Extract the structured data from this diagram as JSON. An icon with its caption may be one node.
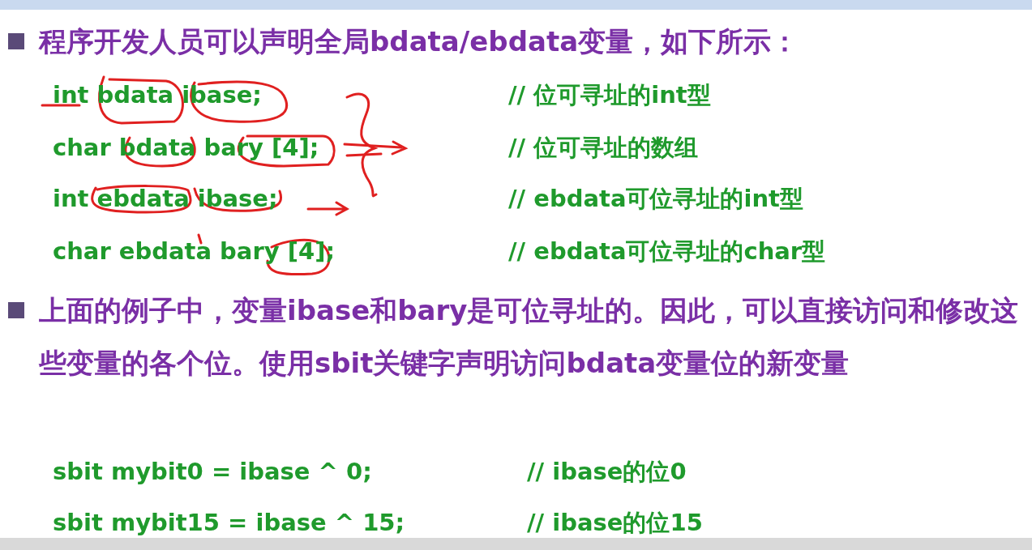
{
  "diagram": {
    "labels": [
      "程序开发人员可以声明全局bdata/ebdata变量，如下所示：",
      "int bdata ibase;",
      "// 位可寻址的int型",
      "char bdata bary [4];",
      "// 位可寻址的数组",
      "int ebdata ibase;",
      "// ebdata可位寻址的int型",
      "char ebdata bary [4];",
      "// ebdata可位寻址的char型",
      "上面的例子中，变量ibase和bary是可位寻址的。因此，可以直接访问和修改这些变量的各个位。使用sbit关键字声明访问bdata变量位的新变量",
      "sbit mybit0 = ibase ^ 0;",
      "// ibase的位0",
      "sbit mybit15 = ibase ^ 15;",
      "// ibase的位15"
    ]
  }
}
